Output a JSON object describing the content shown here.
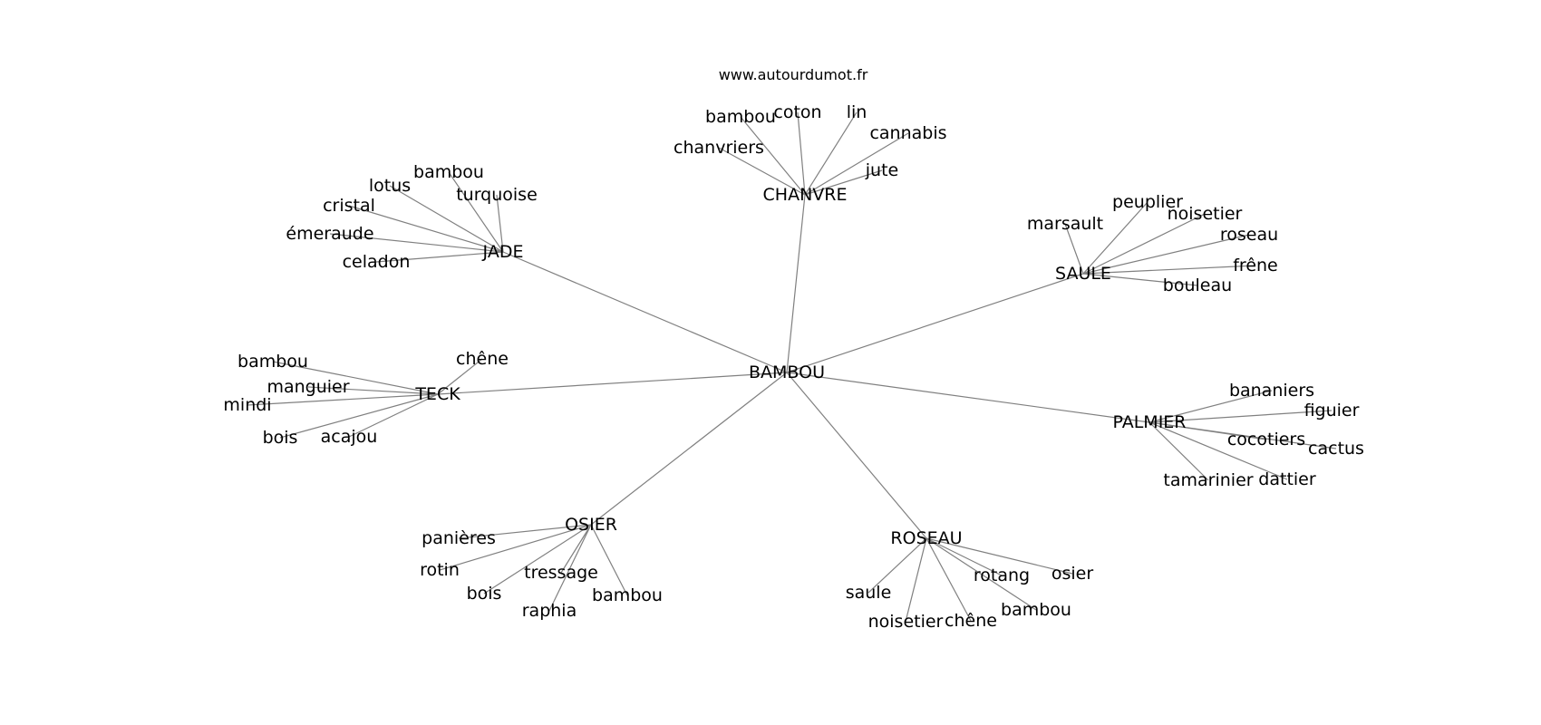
{
  "source": "www.autourdumot.fr",
  "center": "BAMBOU",
  "edge_color": "#808080",
  "groups": [
    {
      "hub": "CHANVRE",
      "leaves": [
        "bambou",
        "coton",
        "lin",
        "cannabis",
        "chanvriers",
        "jute"
      ]
    },
    {
      "hub": "JADE",
      "leaves": [
        "bambou",
        "lotus",
        "turquoise",
        "cristal",
        "émeraude",
        "celadon"
      ]
    },
    {
      "hub": "SAULE",
      "leaves": [
        "peuplier",
        "noisetier",
        "marsault",
        "roseau",
        "frêne",
        "bouleau"
      ]
    },
    {
      "hub": "TECK",
      "leaves": [
        "chêne",
        "bambou",
        "manguier",
        "mindi",
        "bois",
        "acajou"
      ]
    },
    {
      "hub": "PALMIER",
      "leaves": [
        "bananiers",
        "figuier",
        "cocotiers",
        "cactus",
        "tamarinier",
        "dattier"
      ]
    },
    {
      "hub": "OSIER",
      "leaves": [
        "panières",
        "rotin",
        "tressage",
        "bois",
        "raphia",
        "bambou"
      ]
    },
    {
      "hub": "ROSEAU",
      "leaves": [
        "rotang",
        "osier",
        "saule",
        "bambou",
        "noisetier",
        "chêne"
      ]
    }
  ]
}
